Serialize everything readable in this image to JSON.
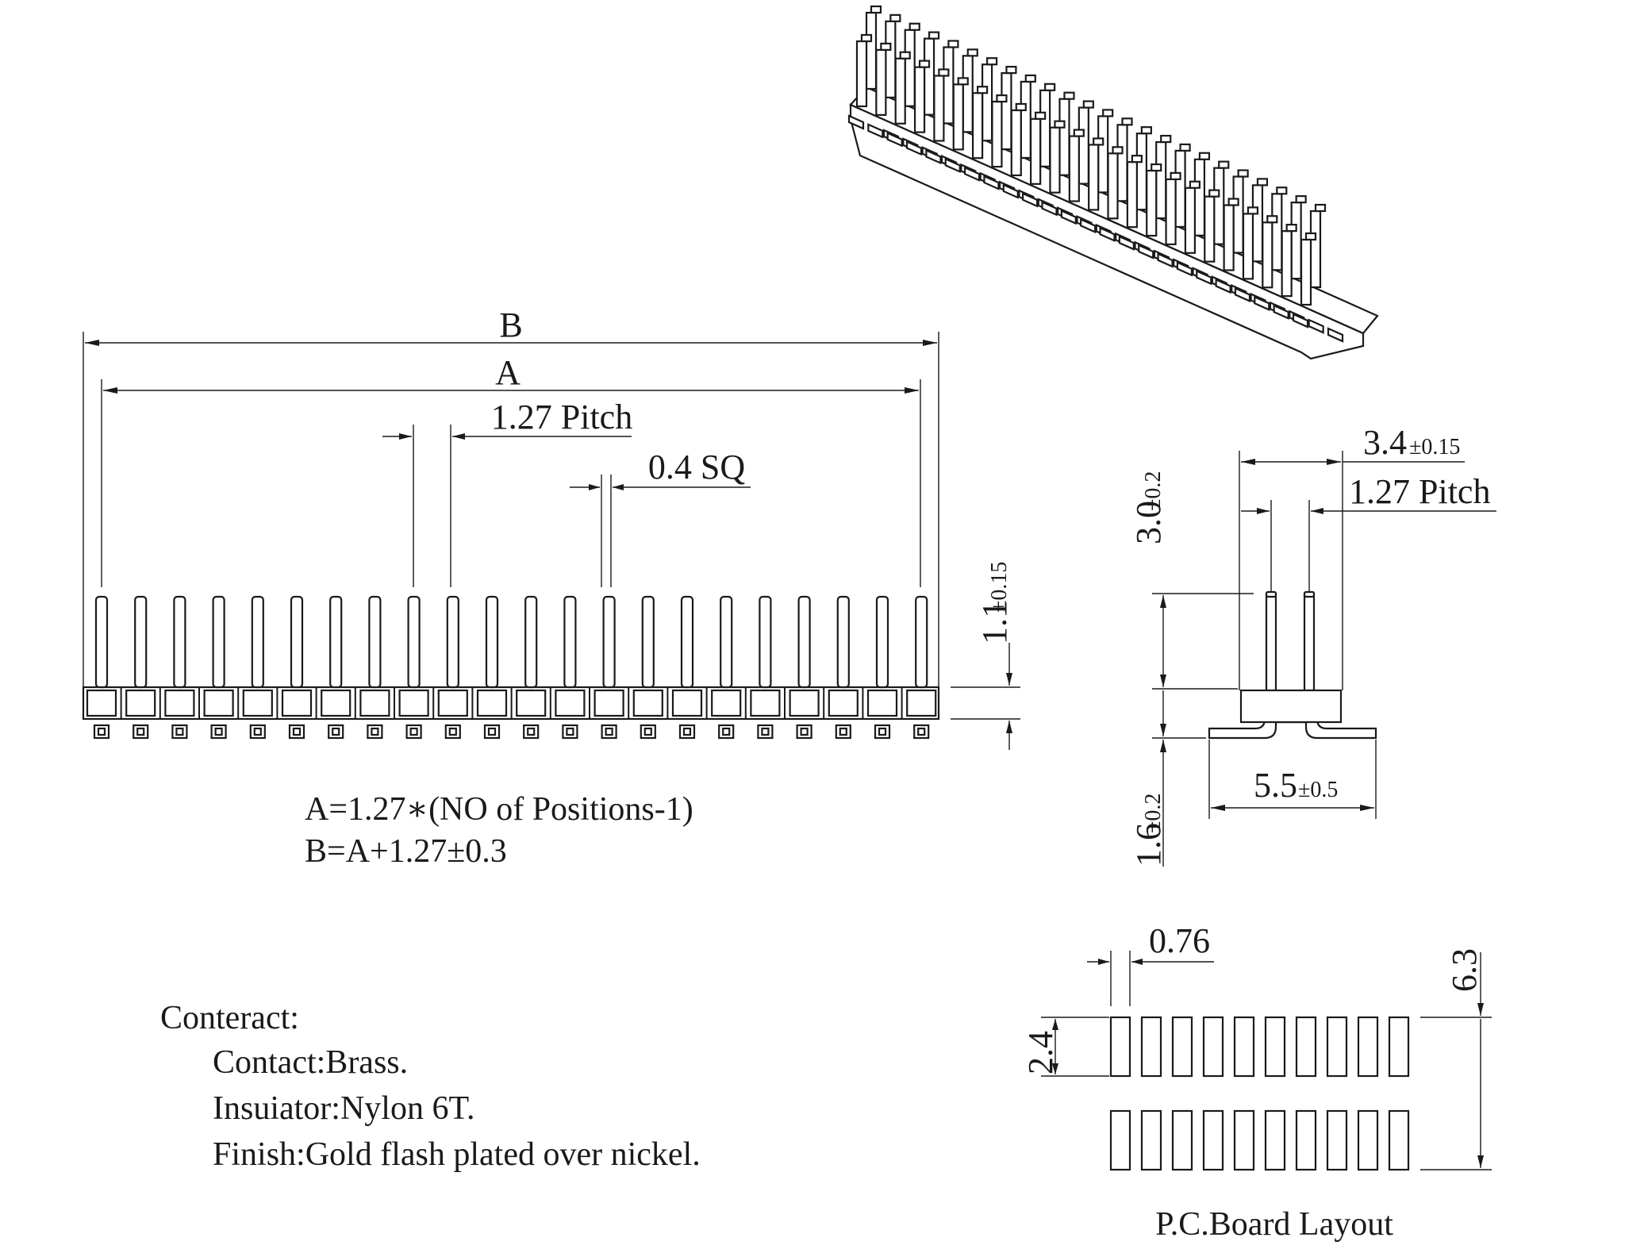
{
  "front_view": {
    "dim_b": "B",
    "dim_a": "A",
    "pitch": "1.27 Pitch",
    "pin_size": "0.4 SQ",
    "height_value": "1.1",
    "height_tol": "±0.15",
    "formula_a": "A=1.27∗(NO of Positions-1)",
    "formula_b": "B=A+1.27±0.3",
    "pin_count": 22
  },
  "side_view": {
    "width_value": "3.4",
    "width_tol": "±0.15",
    "pitch": "1.27 Pitch",
    "pin_height_value": "3.0",
    "pin_height_tol": "±0.2",
    "lead_value": "5.5",
    "lead_tol": "±0.5",
    "body_value": "1.6",
    "body_tol": "±0.2"
  },
  "notes": {
    "heading": "Conteract:",
    "lines": [
      "Contact:Brass.",
      "Insuiator:Nylon 6T.",
      "Finish:Gold flash plated over nickel."
    ]
  },
  "pcb_layout": {
    "pad_width": "0.76",
    "pad_length": "2.4",
    "row_span": "6.3",
    "caption": "P.C.Board Layout",
    "pads_per_row": 10
  }
}
